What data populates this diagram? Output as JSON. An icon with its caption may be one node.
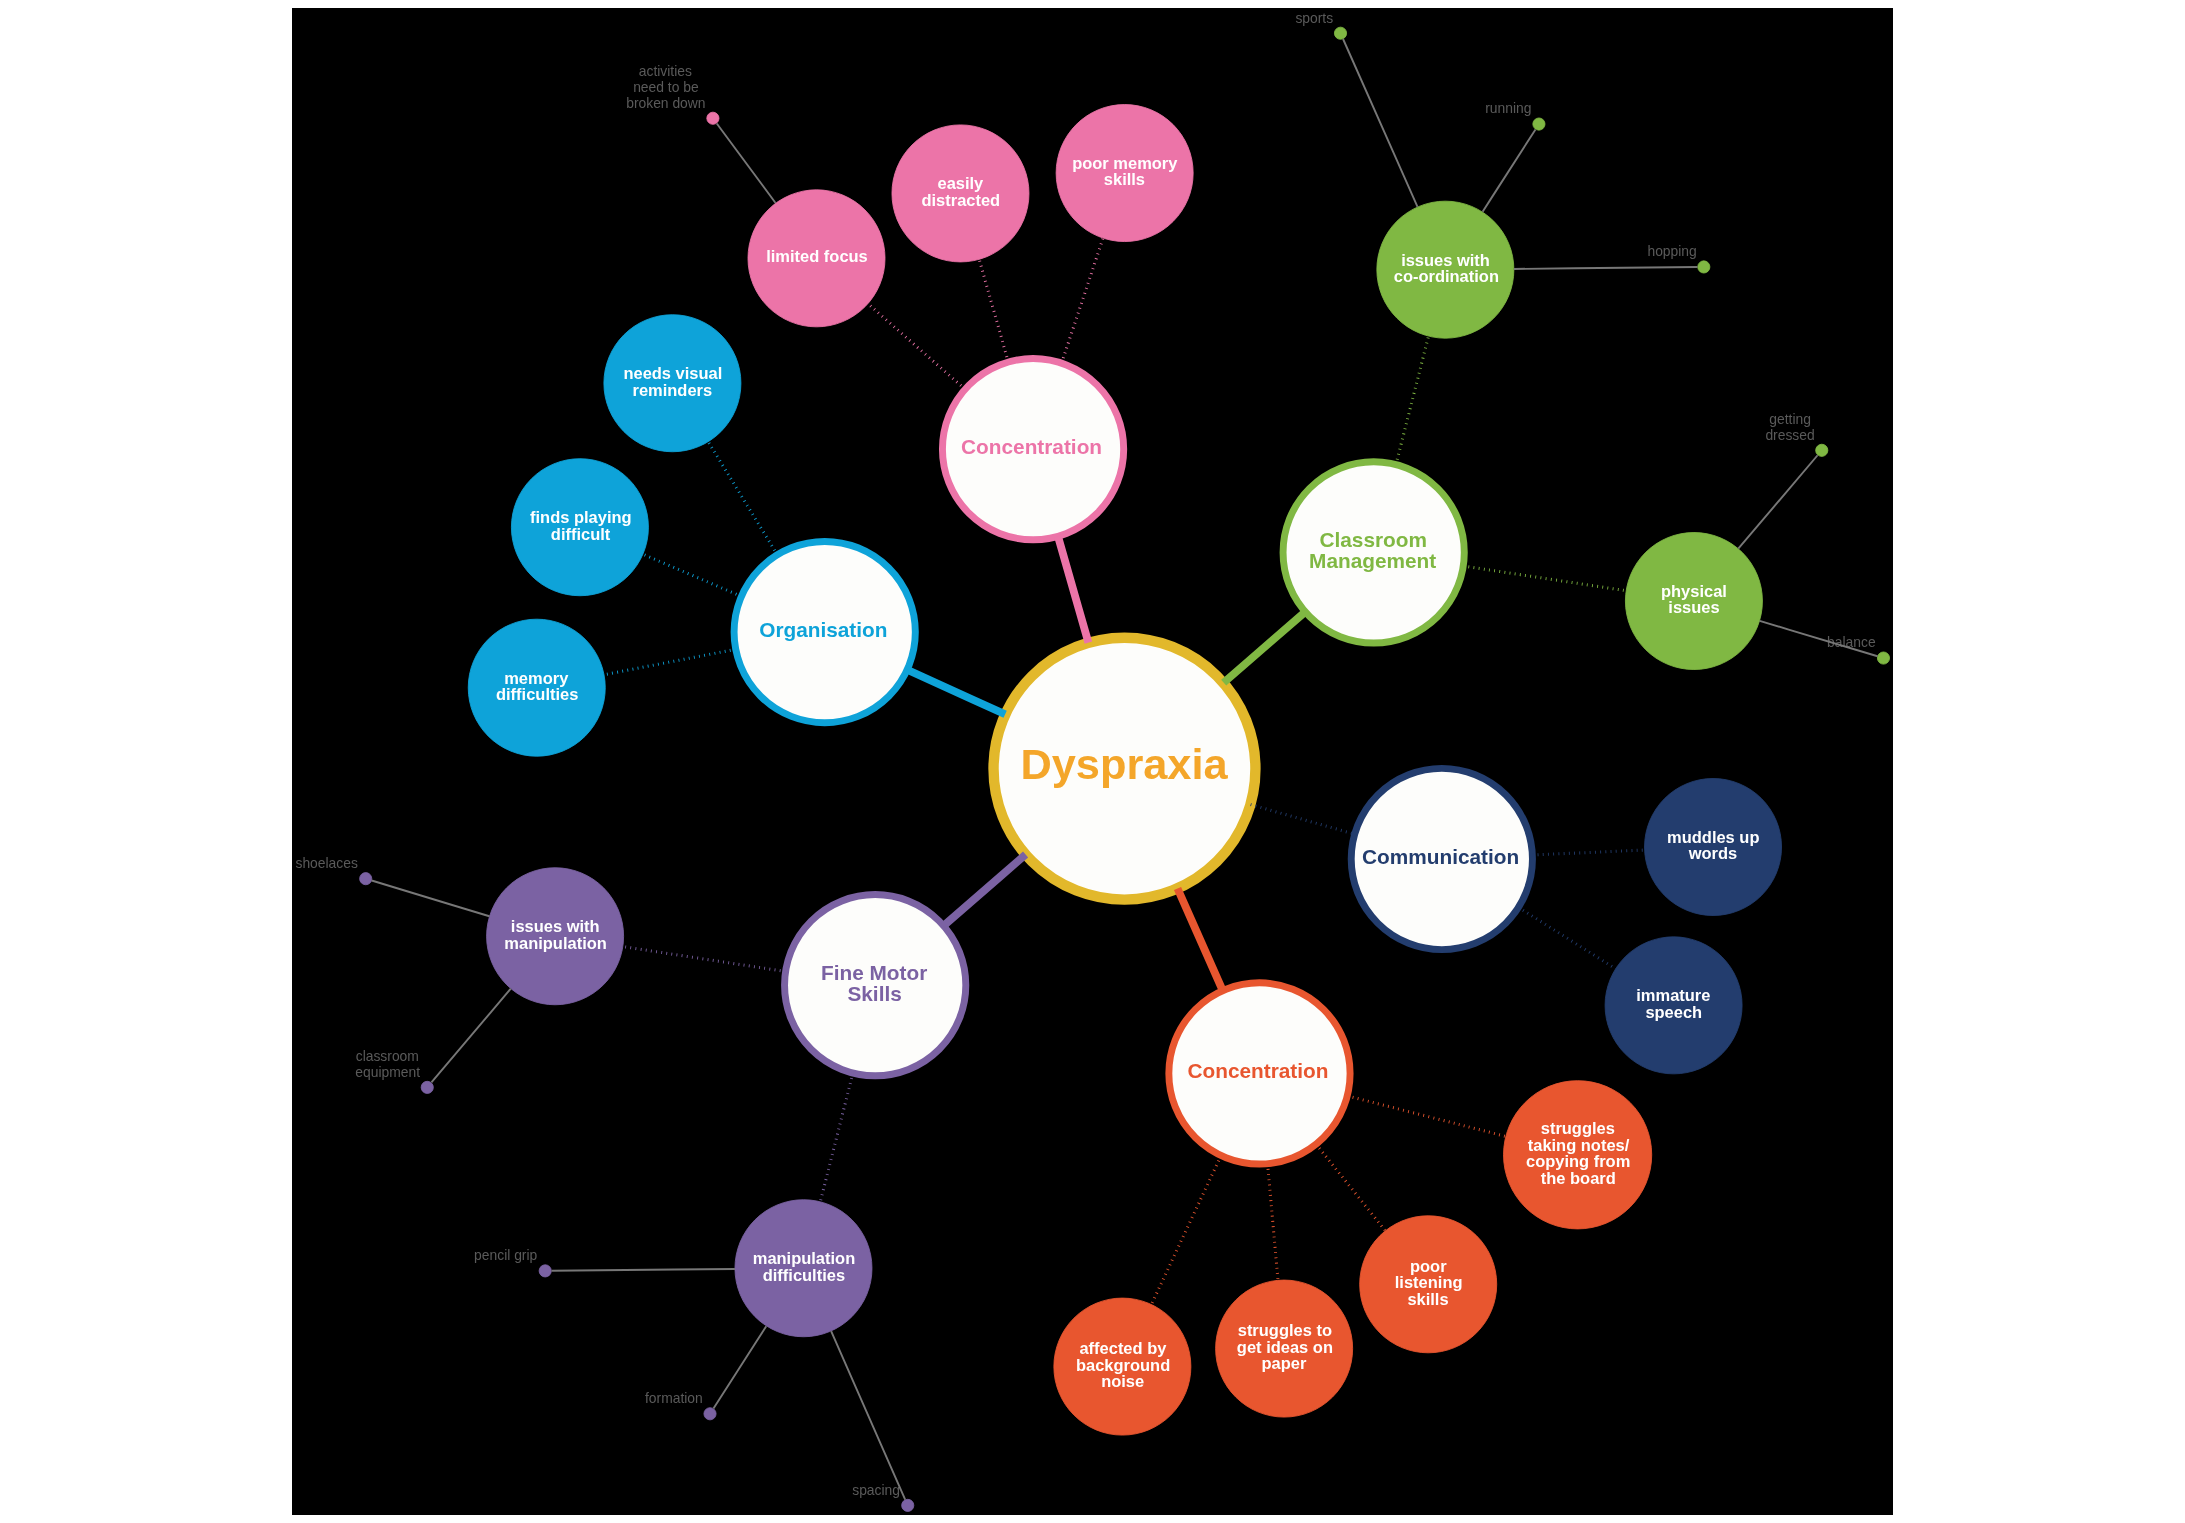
{
  "diagram": {
    "nodes": [
      {
        "text": [
          "Dyspraxia"
        ]
      },
      {
        "text": [
          "Classroom Management"
        ]
      },
      {
        "text": [
          "physical issues"
        ]
      },
      {
        "text": [],
        "shape": "circle",
        "beside": [
          "balance"
        ]
      },
      {
        "text": [],
        "shape": "circle",
        "beside": [
          "getting dressed"
        ]
      },
      {
        "text": [
          "issues with co-ordination"
        ]
      },
      {
        "text": [],
        "shape": "circle",
        "beside": [
          "hopping"
        ]
      },
      {
        "text": [],
        "shape": "circle",
        "beside": [
          "running"
        ]
      },
      {
        "text": [],
        "shape": "circle",
        "beside": [
          "sports"
        ]
      },
      {
        "text": [
          "Concentration"
        ]
      },
      {
        "text": [
          "poor memory skills"
        ]
      },
      {
        "text": [
          "easily distracted"
        ]
      },
      {
        "text": [
          "limited focus"
        ]
      },
      {
        "text": [],
        "shape": "circle",
        "beside": [
          "activities need to be broken down"
        ]
      },
      {
        "text": [
          "Organisation"
        ]
      },
      {
        "text": [
          "needs visual reminders"
        ]
      },
      {
        "text": [
          "finds playing difficult"
        ]
      },
      {
        "text": [
          "memory difficulties"
        ]
      },
      {
        "text": [
          "Fine Motor Skills"
        ]
      },
      {
        "text": [
          "issues with manipulation"
        ]
      },
      {
        "text": [],
        "shape": "circle",
        "beside": [
          "shoelaces"
        ]
      },
      {
        "text": [],
        "shape": "circle",
        "beside": [
          "classroom equipment"
        ]
      },
      {
        "text": [
          "manipulation difficulties"
        ]
      },
      {
        "text": [],
        "shape": "circle",
        "beside": [
          "pencil grip"
        ]
      },
      {
        "text": [],
        "shape": "circle",
        "beside": [
          "formation"
        ]
      },
      {
        "text": [],
        "shape": "circle",
        "beside": [
          "spacing"
        ]
      },
      {
        "text": [
          "Concentration"
        ]
      },
      {
        "text": [
          "affected by background noise"
        ]
      },
      {
        "text": [
          "struggles to get ideas on paper"
        ]
      },
      {
        "text": [
          "poor listening skills"
        ]
      },
      {
        "text": [
          "struggles taking notes/ copying from the board"
        ]
      },
      {
        "text": [
          "Communication"
        ]
      },
      {
        "text": [
          "immature speech"
        ]
      },
      {
        "text": [
          "muddles up words"
        ]
      }
    ],
    "edges": [
      {
        "from": 0,
        "to": 1,
        "arrow": "none",
        "style": "thick",
        "color": "#80b843"
      },
      {
        "from": 1,
        "to": 2,
        "arrow": "none",
        "style": "dashed",
        "color": "#80b843"
      },
      {
        "from": 2,
        "to": 3,
        "arrow": "none"
      },
      {
        "from": 2,
        "to": 4,
        "arrow": "none"
      },
      {
        "from": 1,
        "to": 5,
        "arrow": "none",
        "style": "dashed",
        "color": "#80b843"
      },
      {
        "from": 5,
        "to": 6,
        "arrow": "none"
      },
      {
        "from": 5,
        "to": 7,
        "arrow": "none"
      },
      {
        "from": 5,
        "to": 8,
        "arrow": "none"
      },
      {
        "from": 0,
        "to": 9,
        "arrow": "none",
        "style": "thick",
        "color": "#ec74a8"
      },
      {
        "from": 9,
        "to": 10,
        "arrow": "none",
        "style": "dashed",
        "color": "#ec74a8"
      },
      {
        "from": 9,
        "to": 11,
        "arrow": "none",
        "style": "dashed",
        "color": "#ec74a8"
      },
      {
        "from": 9,
        "to": 12,
        "arrow": "none",
        "style": "dashed",
        "color": "#ec74a8"
      },
      {
        "from": 12,
        "to": 13,
        "arrow": "none"
      },
      {
        "from": 0,
        "to": 14,
        "arrow": "none",
        "style": "thick",
        "color": "#0ea3d9"
      },
      {
        "from": 14,
        "to": 15,
        "arrow": "none",
        "style": "dashed",
        "color": "#0ea3d9"
      },
      {
        "from": 14,
        "to": 16,
        "arrow": "none",
        "style": "dashed",
        "color": "#0ea3d9"
      },
      {
        "from": 14,
        "to": 17,
        "arrow": "none",
        "style": "dashed",
        "color": "#0ea3d9"
      },
      {
        "from": 0,
        "to": 18,
        "arrow": "none",
        "style": "thick",
        "color": "#7b62a3"
      },
      {
        "from": 18,
        "to": 19,
        "arrow": "none",
        "style": "dashed",
        "color": "#7b62a3"
      },
      {
        "from": 19,
        "to": 20,
        "arrow": "none"
      },
      {
        "from": 19,
        "to": 21,
        "arrow": "none"
      },
      {
        "from": 18,
        "to": 22,
        "arrow": "none",
        "style": "dashed",
        "color": "#7b62a3"
      },
      {
        "from": 22,
        "to": 23,
        "arrow": "none"
      },
      {
        "from": 22,
        "to": 24,
        "arrow": "none"
      },
      {
        "from": 22,
        "to": 25,
        "arrow": "none"
      },
      {
        "from": 0,
        "to": 26,
        "arrow": "none",
        "style": "thick",
        "color": "#e8562f"
      },
      {
        "from": 26,
        "to": 27,
        "arrow": "none",
        "style": "dashed",
        "color": "#e8562f"
      },
      {
        "from": 26,
        "to": 28,
        "arrow": "none",
        "style": "dashed",
        "color": "#e8562f"
      },
      {
        "from": 26,
        "to": 29,
        "arrow": "none",
        "style": "dashed",
        "color": "#e8562f"
      },
      {
        "from": 26,
        "to": 30,
        "arrow": "none",
        "style": "dashed",
        "color": "#e8562f"
      },
      {
        "from": 0,
        "to": 31,
        "arrow": "none",
        "style": "dashed",
        "color": "#233d6e"
      },
      {
        "from": 31,
        "to": 32,
        "arrow": "none",
        "style": "dashed",
        "color": "#233d6e"
      },
      {
        "from": 31,
        "to": 33,
        "arrow": "none",
        "style": "dashed",
        "color": "#233d6e"
      }
    ]
  }
}
